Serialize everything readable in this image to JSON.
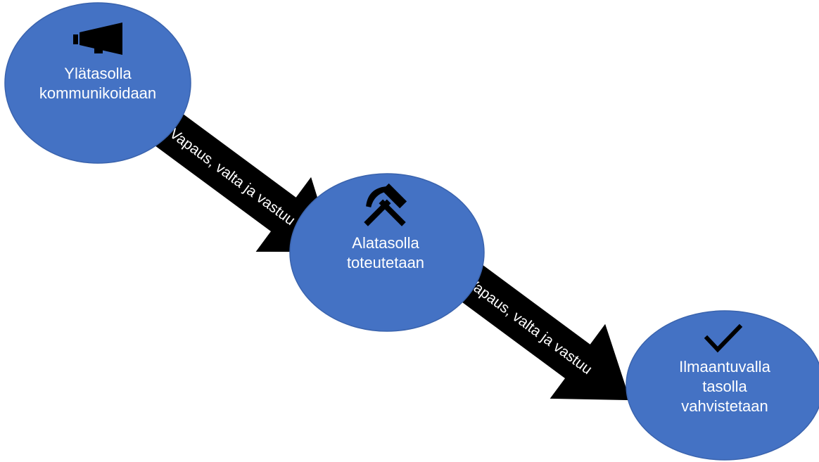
{
  "nodes": [
    {
      "id": "top",
      "icon": "megaphone-icon",
      "lines": [
        "Ylätasolla",
        "kommunikoidaan"
      ]
    },
    {
      "id": "bottom",
      "icon": "hammer-pick-icon",
      "lines": [
        "Alatasolla",
        "toteutetaan"
      ]
    },
    {
      "id": "emergent",
      "icon": "checkmark-icon",
      "lines": [
        "Ilmaantuvalla",
        "tasolla",
        "vahvistetaan"
      ]
    }
  ],
  "arrows": [
    {
      "label": "Vapaus, valta ja vastuu"
    },
    {
      "label": "Vapaus, valta ja vastuu"
    }
  ],
  "colors": {
    "node_fill": "#4472c4",
    "arrow_fill": "#000000",
    "text": "#ffffff",
    "icon": "#000000"
  }
}
